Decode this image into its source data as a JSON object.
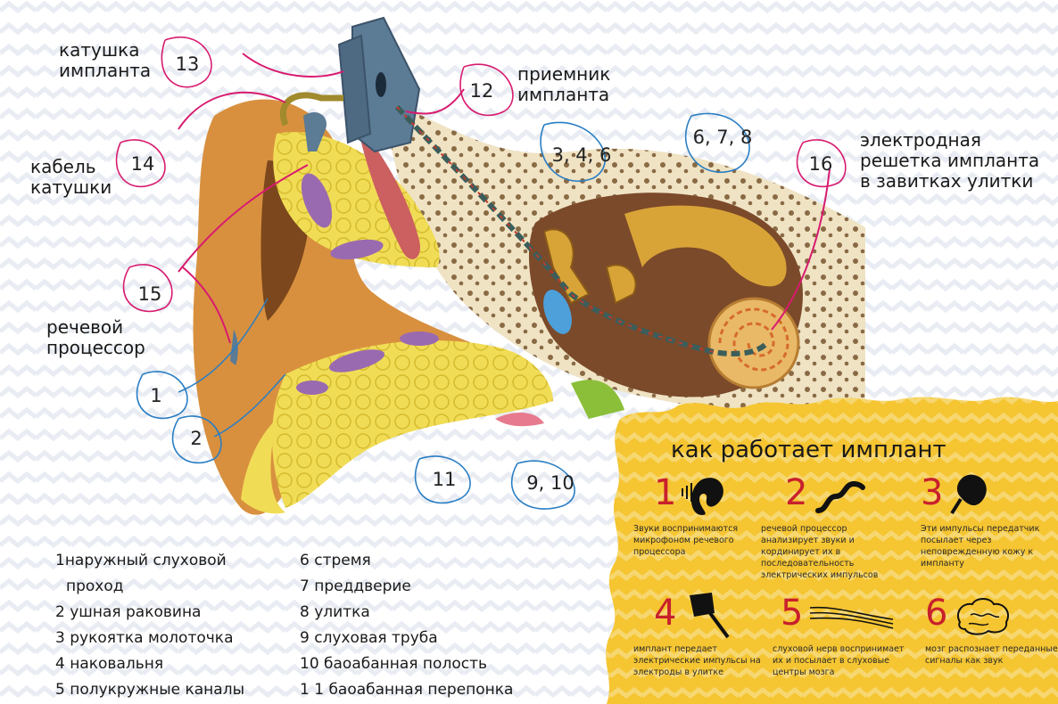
{
  "labels": {
    "coil": "катушка\nимпланта",
    "receiver": "приемник\nимпланта",
    "cable": "кабель\nкатушки",
    "processor": "речевой\nпроцессор",
    "electrode": "электродная\nрешетка импланта\nв завитках улитки"
  },
  "markers": {
    "m13": "13",
    "m12": "12",
    "m14": "14",
    "m15": "15",
    "m16": "16",
    "m345": "3, 4, 6",
    "m678": "6, 7, 8",
    "m1": "1",
    "m2": "2",
    "m11": "11",
    "m910": "9, 10"
  },
  "legend": {
    "col1": [
      "1наружный слуховой",
      "проход",
      "2 ушная раковина",
      "3 рукоятка молоточка",
      "4 наковальня",
      "5 полукружные каналы"
    ],
    "col2": [
      "6 стремя",
      "7 преддверие",
      "8 улитка",
      "9 слуховая труба",
      "10 баоабанная полость",
      "1 1 баоабанная перепонка"
    ]
  },
  "panel": {
    "title": "как работает имплант",
    "steps": [
      {
        "n": "1",
        "icon": "microphone-ear-icon",
        "text": "Звуки воспринимаются микрофоном речевого процессора"
      },
      {
        "n": "2",
        "icon": "squiggle-signal-icon",
        "text": "речевой процессор анализирует звуки и кординирует их в последовательность электрических импульсов"
      },
      {
        "n": "3",
        "icon": "transmitter-icon",
        "text": "Эти импульсы передатчик посылает через неповрежденную кожу к импланту"
      },
      {
        "n": "4",
        "icon": "electrode-icon",
        "text": "имплант передает электрические импульсы на электроды в улитке"
      },
      {
        "n": "5",
        "icon": "nerve-lines-icon",
        "text": "слуховой нерв воспринимает их и посылает в слуховые центры мозга"
      },
      {
        "n": "6",
        "icon": "brain-icon",
        "text": "мозг распознает переданные сигналы как звук"
      }
    ]
  },
  "colors": {
    "accent": "#d81b6f",
    "panel": "#f2c230",
    "ring": "#2a7ec4",
    "step": "#c8202c"
  }
}
